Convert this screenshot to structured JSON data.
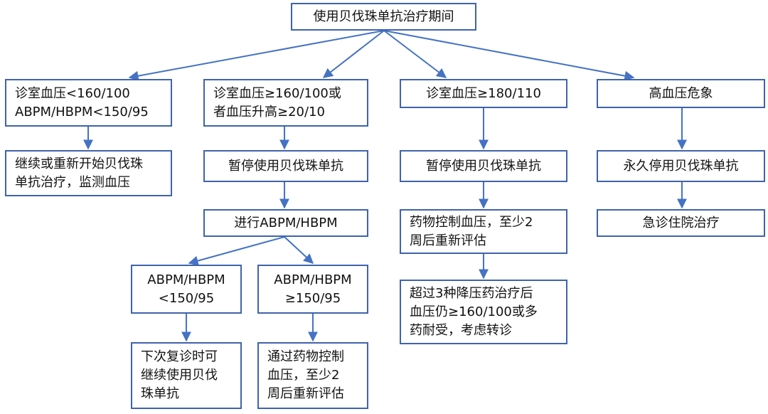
{
  "colors": {
    "line": "#4472c4",
    "border": "#3f63ad",
    "text": "#111111"
  },
  "nodes": {
    "root": "使用贝伐珠单抗治疗期间",
    "b1_cond": "诊室血压<160/100\nABPM/HBPM<150/95",
    "b1_action": "继续或重新开始贝伐珠\n单抗治疗，监测血压",
    "b2_cond": "诊室血压≥160/100或\n者血压升高≥20/10",
    "b2_pause": "暂停使用贝伐珠单抗",
    "b2_monitor": "进行ABPM/HBPM",
    "b2a_cond": "ABPM/HBPM\n<150/95",
    "b2a_action": "下次复诊时可\n继续使用贝伐\n珠单抗",
    "b2b_cond": "ABPM/HBPM\n≥150/95",
    "b2b_action": "通过药物控制\n血压，至少2\n周后重新评估",
    "b3_cond": "诊室血压≥180/110",
    "b3_pause": "暂停使用贝伐珠单抗",
    "b3_control": "药物控制血压，至少2\n周后重新评估",
    "b3_refer": "超过3种降压药治疗后\n血压仍≥160/100或多\n药耐受，考虑转诊",
    "b4_cond": "高血压危象",
    "b4_stop": "永久停用贝伐珠单抗",
    "b4_er": "急诊住院治疗"
  }
}
